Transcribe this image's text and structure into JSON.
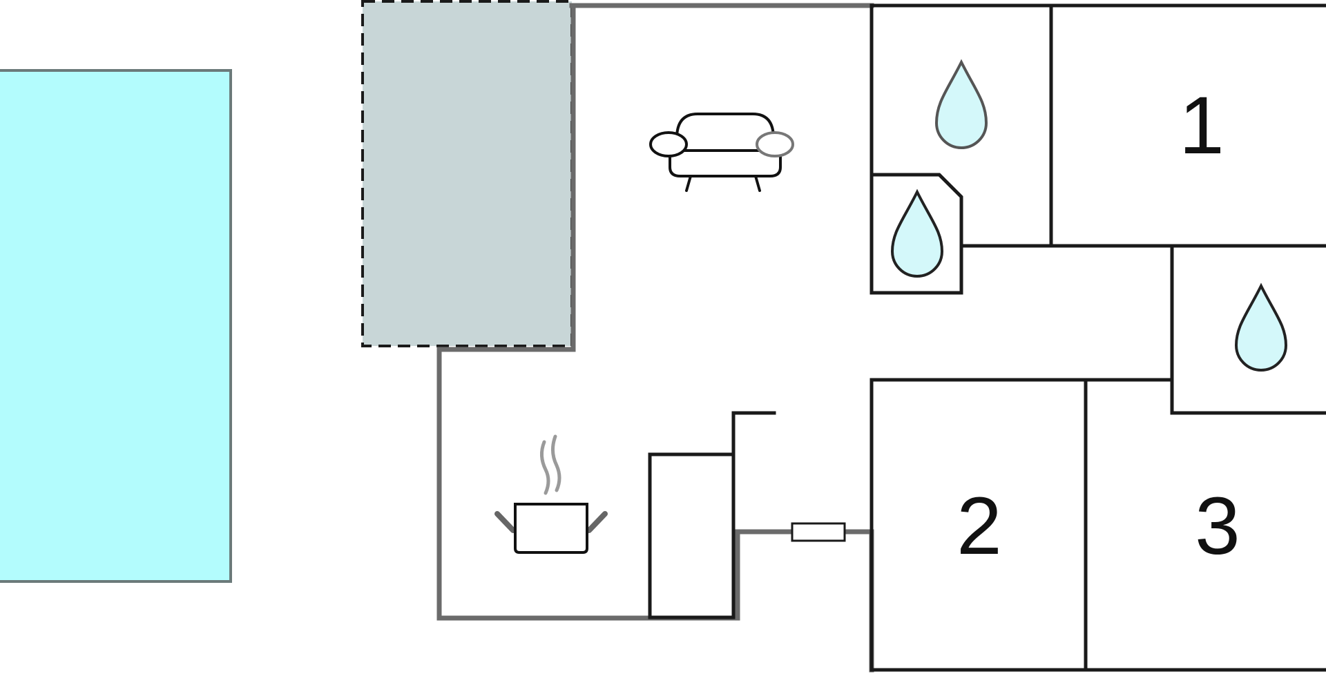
{
  "colors": {
    "pool": "#b3fcfd",
    "pool_border": "#6b7a7a",
    "terrace": "#c8d6d7",
    "water": "#d4f8fa",
    "wall": "#1a1a1a",
    "outer_wall": "#6b6b6b"
  },
  "rooms": [
    {
      "id": "bedroom-1",
      "label": "1"
    },
    {
      "id": "bedroom-2",
      "label": "2"
    },
    {
      "id": "bedroom-3",
      "label": "3"
    }
  ],
  "icons": {
    "living": "sofa-icon",
    "kitchen": "cooking-pot-icon",
    "bathroom": "water-drop-icon"
  }
}
